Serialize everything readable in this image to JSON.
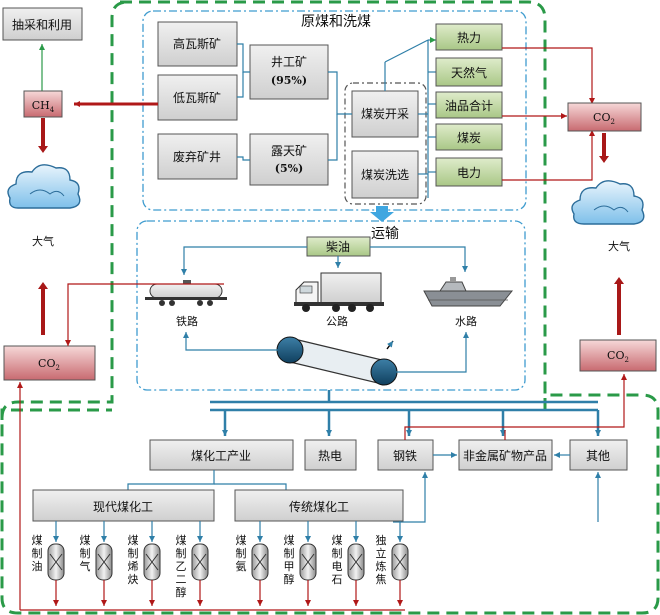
{
  "sections": {
    "mining": "原煤和洗煤",
    "transport": "运输"
  },
  "mines": {
    "high_gas": "高瓦斯矿",
    "low_gas": "低瓦斯矿",
    "abandoned": "废弃矿井",
    "underground": "井工矿",
    "underground_pct": "(95%)",
    "open_pit": "露天矿",
    "open_pit_pct": "(5%)",
    "mining": "煤炭开采",
    "washing": "煤炭洗选"
  },
  "energy": [
    "热力",
    "天然气",
    "油品合计",
    "煤炭",
    "电力"
  ],
  "gas": {
    "extraction": "抽采和利用",
    "ch4_main": "CH",
    "ch4_sub": "4",
    "co2_main": "CO",
    "co2_sub": "2",
    "atmosphere": "大气"
  },
  "transport": {
    "diesel": "柴油",
    "rail": "铁路",
    "road": "公路",
    "water": "水路"
  },
  "industries": {
    "coal_chemical": "煤化工产业",
    "thermal_power": "热电",
    "steel": "钢铁",
    "non_metal": "非金属矿物产品",
    "other": "其他",
    "modern": "现代煤化工",
    "traditional": "传统煤化工"
  },
  "products": [
    "煤制油",
    "煤制气",
    "煤制烯炔",
    "煤制乙二醇",
    "煤制氨",
    "煤制甲醇",
    "煤制电石",
    "独立炼焦"
  ],
  "colors": {
    "green_dash": "#2a9a48",
    "blue_dash": "#3f9ccf",
    "flow_blue": "#2f7fa8",
    "arrow_red": "#b01818",
    "co2_fill": "#d9888c",
    "energy_fill": "#c8dca8",
    "gray_box": "#dedede"
  }
}
